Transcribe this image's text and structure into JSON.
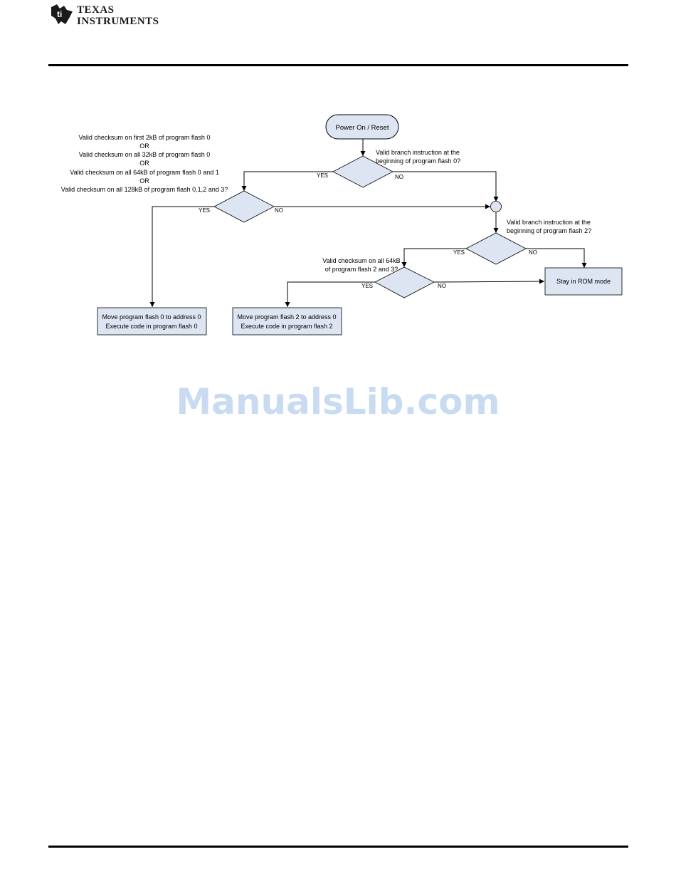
{
  "header": {
    "logo_icon": "texas-instruments-logo",
    "brand_line1": "TEXAS",
    "brand_line2": "INSTRUMENTS"
  },
  "flowchart": {
    "start": "Power On / Reset",
    "d1": [
      "Valid branch instruction at the",
      "beginning of program flash 0?"
    ],
    "d2": [
      "Valid checksum on first 2kB of program flash 0",
      "OR",
      "Valid checksum on all 32kB of program flash 0",
      "OR",
      "Valid checksum on all 64kB of program flash 0 and 1",
      "OR",
      "Valid checksum on all 128kB of program flash 0,1,2 and 3?"
    ],
    "d3": [
      "Valid branch instruction at the",
      "beginning of program flash 2?"
    ],
    "d4": [
      "Valid checksum on all 64kB",
      "of program flash 2 and 3?"
    ],
    "box_flash0": [
      "Move program flash 0 to address 0",
      "Execute code in program flash 0"
    ],
    "box_flash2": [
      "Move program flash 2 to address 0",
      "Execute code in program flash 2"
    ],
    "box_rom": "Stay in ROM mode",
    "yes": "YES",
    "no": "NO"
  },
  "watermark": "ManualsLib.com",
  "colors": {
    "box_fill": "#dde5f2",
    "node_fill": "#dde5f2",
    "watermark": "#c9dbf0"
  }
}
